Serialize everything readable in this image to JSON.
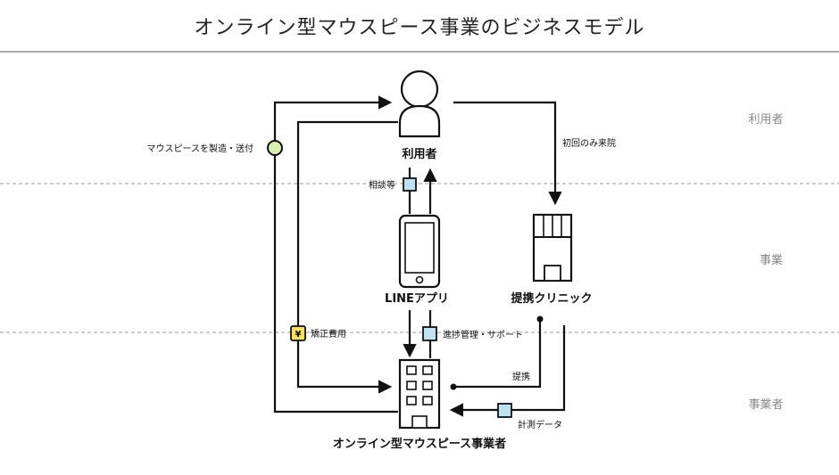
{
  "title": "オンライン型マウスピース事業のビジネスモデル",
  "lanes": [
    "利用者",
    "事業",
    "事業者"
  ],
  "nodes": {
    "user": "利用者",
    "line_app": "LINEアプリ",
    "clinic": "提携クリニック",
    "company": "オンライン型マウスピース事業者"
  },
  "edges": {
    "manufacture_ship": "マウスピースを製造・送付",
    "consultation": "相談等",
    "first_visit": "初回のみ来院",
    "correction_fee": "矯正費用",
    "progress_support": "進捗管理・サポート",
    "partnership": "提携",
    "measurement_data": "計測データ"
  },
  "colors": {
    "accent_yellow": "#f7e15a",
    "accent_green": "#d9f0b0",
    "accent_blue": "#bfe2f2",
    "line": "#111111"
  },
  "icons": {
    "user": "person-icon",
    "line_app": "smartphone-icon",
    "clinic": "clinic-building-icon",
    "company": "office-building-icon",
    "fee": "yen-icon"
  }
}
